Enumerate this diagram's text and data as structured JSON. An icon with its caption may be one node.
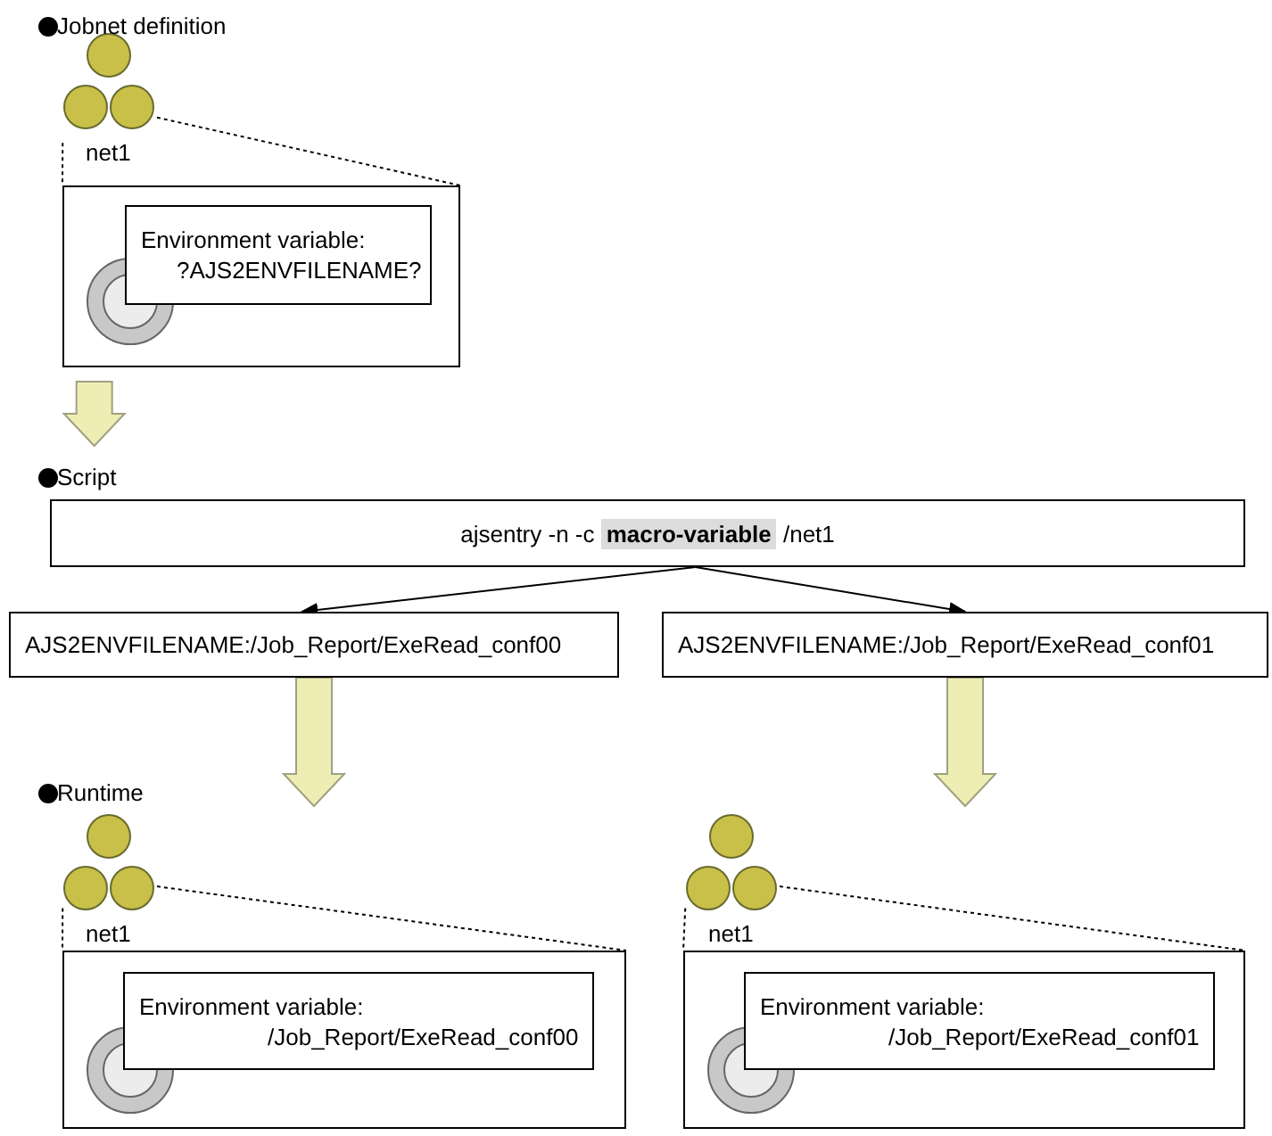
{
  "diagram": {
    "nodes": [
      {
        "text": [],
        "shape": "picture",
        "beside": [
          "net1"
        ]
      },
      {
        "text": [],
        "shape": "box"
      },
      {
        "text": [],
        "shape": "circle",
        "in": 1
      },
      {
        "text": [
          "Environment variable:",
          "?AJS2ENVFILENAME?"
        ],
        "in": 1
      },
      {
        "text": [
          "ajsentry -n -c **macro-variable** /net1"
        ]
      },
      {
        "text": [
          "AJS2ENVFILENAME:/Job_Report/ExeRead_conf00"
        ]
      },
      {
        "text": [
          "AJS2ENVFILENAME:/Job_Report/ExeRead_conf01"
        ]
      },
      {
        "text": [],
        "shape": "picture",
        "beside": [
          "net1"
        ]
      },
      {
        "text": [],
        "shape": "box"
      },
      {
        "text": [],
        "shape": "circle",
        "in": 8
      },
      {
        "text": [
          "Environment variable:",
          "/Job_Report/ExeRead_conf00"
        ],
        "in": 8
      },
      {
        "text": [],
        "shape": "picture",
        "beside": [
          "net1"
        ]
      },
      {
        "text": [],
        "shape": "box"
      },
      {
        "text": [],
        "shape": "circle",
        "in": 12
      },
      {
        "text": [
          "Environment variable:",
          "/Job_Report/ExeRead_conf01"
        ],
        "in": 12
      }
    ],
    "edges": [
      {
        "from": 0,
        "to": 1,
        "arrow": "none",
        "style": "dashed"
      },
      {
        "from": 0,
        "to": 1,
        "arrow": "none",
        "style": "dashed"
      },
      {
        "from": 1,
        "to": 4,
        "arrow": "to",
        "style": "thick",
        "color": "#eeeeb4"
      },
      {
        "from": 4,
        "to": 5,
        "arrow": "to"
      },
      {
        "from": 4,
        "to": 6,
        "arrow": "to"
      },
      {
        "from": 5,
        "to": null,
        "arrow": "to",
        "style": "thick",
        "color": "#eeeeb4"
      },
      {
        "from": 6,
        "to": null,
        "arrow": "to",
        "style": "thick",
        "color": "#eeeeb4"
      },
      {
        "from": 7,
        "to": 8,
        "arrow": "none",
        "style": "dashed"
      },
      {
        "from": 7,
        "to": 8,
        "arrow": "none",
        "style": "dashed"
      },
      {
        "from": 11,
        "to": 12,
        "arrow": "none",
        "style": "dashed"
      },
      {
        "from": 11,
        "to": 12,
        "arrow": "none",
        "style": "dashed"
      }
    ],
    "labels": [
      "Jobnet definition",
      "Script",
      "Runtime"
    ]
  }
}
